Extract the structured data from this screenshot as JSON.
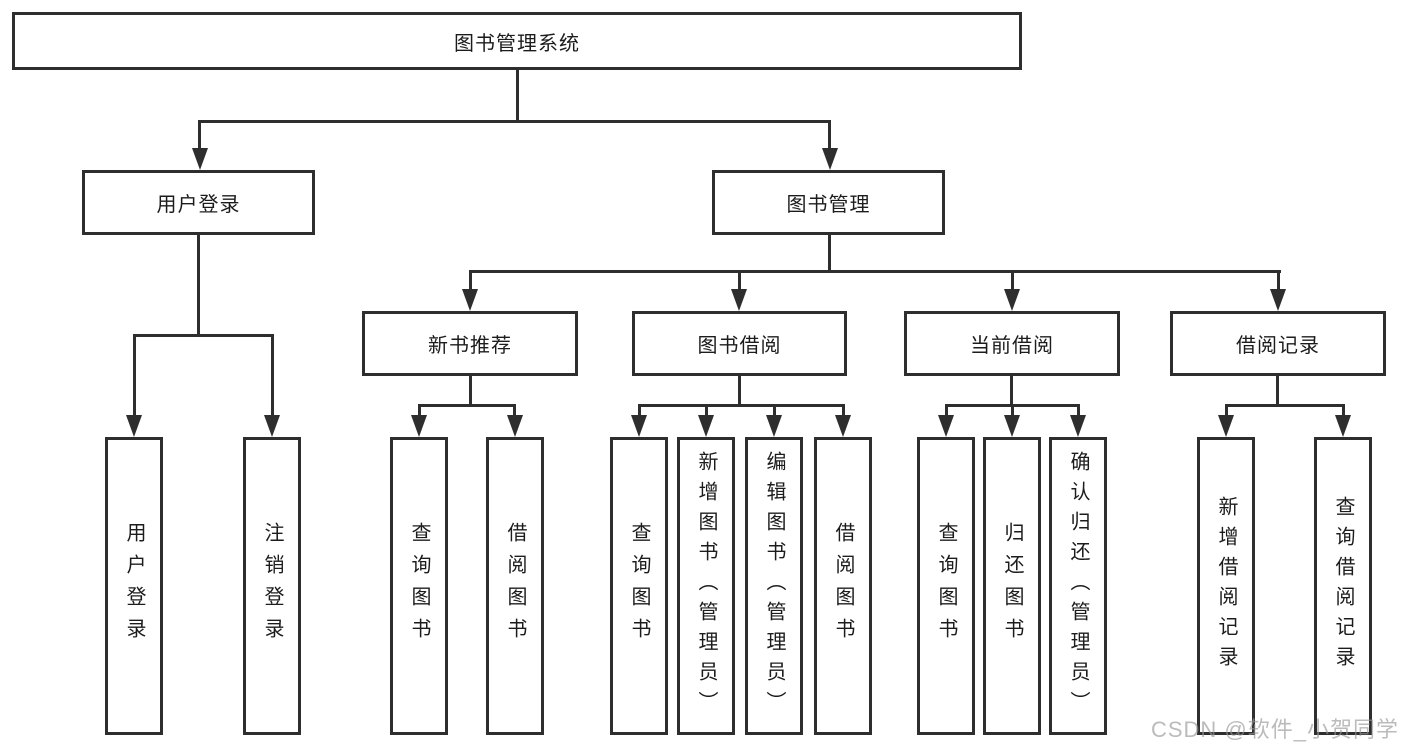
{
  "diagram_type": "hierarchy-tree",
  "colors": {
    "background": "#ffffff",
    "line": "#2e2e2e",
    "box_border": "#2e2e2e",
    "text": "#1c1c1c",
    "watermark": "#969696"
  },
  "tree": {
    "label": "图书管理系统",
    "children": [
      {
        "label": "用户登录",
        "children": [
          {
            "label": "用户登录"
          },
          {
            "label": "注销登录"
          }
        ]
      },
      {
        "label": "图书管理",
        "children": [
          {
            "label": "新书推荐",
            "children": [
              {
                "label": "查询图书"
              },
              {
                "label": "借阅图书"
              }
            ]
          },
          {
            "label": "图书借阅",
            "children": [
              {
                "label": "查询图书"
              },
              {
                "label": "新增图书（管理员）"
              },
              {
                "label": "编辑图书（管理员）"
              },
              {
                "label": "借阅图书"
              }
            ]
          },
          {
            "label": "当前借阅",
            "children": [
              {
                "label": "查询图书"
              },
              {
                "label": "归还图书"
              },
              {
                "label": "确认归还（管理员）"
              }
            ]
          },
          {
            "label": "借阅记录",
            "children": [
              {
                "label": "新增借阅记录"
              },
              {
                "label": "查询借阅记录"
              }
            ]
          }
        ]
      }
    ]
  },
  "watermark": {
    "text": "CSDN @软件_小贺同学"
  }
}
